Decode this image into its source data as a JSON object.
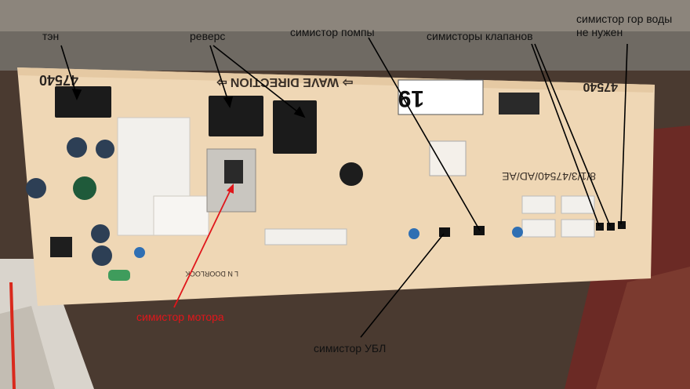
{
  "annotations": {
    "ten": "тэн",
    "reverse": "реверс",
    "pump_triac": "симистор помпы",
    "valve_triacs": "симисторы клапанов",
    "hot_water_triac_line1": "симистор гор воды",
    "hot_water_triac_line2": "не нужен",
    "motor_triac": "симистор мотора",
    "ubl_triac": "симистор УБЛ"
  },
  "board": {
    "wave_direction": "⇨ WAVE DIRECTION ⇨",
    "part_code_left": "47540",
    "part_code_right": "47540",
    "number_label": "19",
    "model_label": "8/1/3/47540/AD/AE",
    "pin_labels": "L   N   DOORLOCK"
  },
  "colors": {
    "pcb": "#efd7b5",
    "annotation_black": "#111111",
    "annotation_red": "#e0161b",
    "relay": "#1b1b1b"
  }
}
